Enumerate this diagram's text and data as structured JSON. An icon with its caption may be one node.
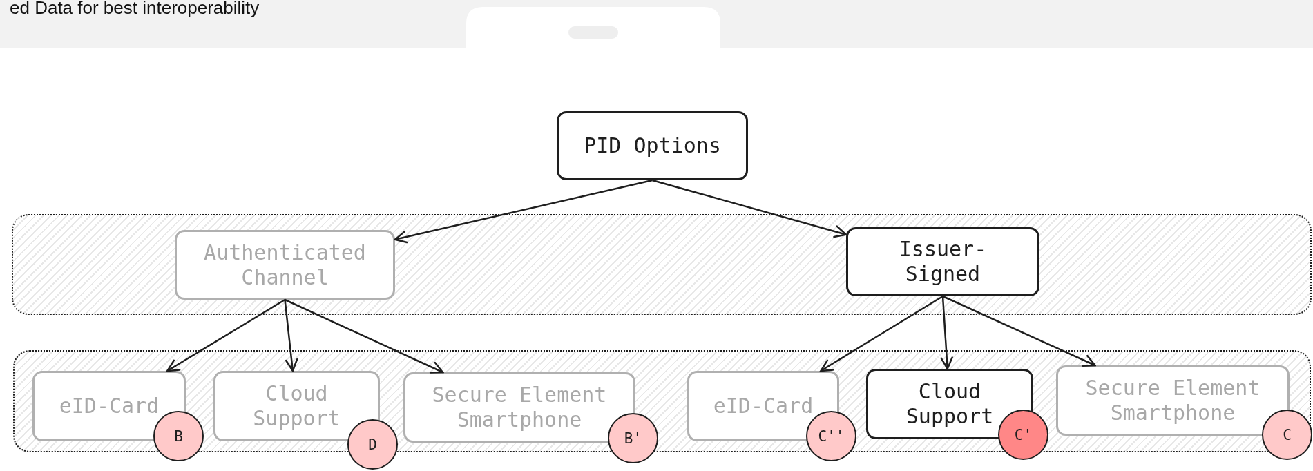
{
  "diagram": {
    "nodes": [
      {
        "text": [
          "PID Options"
        ]
      },
      {
        "text": [],
        "shape": "band"
      },
      {
        "text": [
          "Authenticated Channel"
        ],
        "in": 1
      },
      {
        "text": [
          "Issuer-Signed"
        ],
        "in": 1
      },
      {
        "text": [],
        "shape": "band"
      },
      {
        "text": [
          "eID-Card"
        ],
        "in": 4
      },
      {
        "text": [
          "Cloud Support"
        ],
        "in": 4
      },
      {
        "text": [
          "Secure Element Smartphone"
        ],
        "in": 4
      },
      {
        "text": [
          "eID-Card"
        ],
        "in": 4
      },
      {
        "text": [
          "Cloud Support"
        ],
        "in": 4
      },
      {
        "text": [
          "Secure Element Smartphone"
        ],
        "in": 4
      },
      {
        "text": [
          "B"
        ]
      },
      {
        "text": [
          "D"
        ]
      },
      {
        "text": [
          "B'"
        ]
      },
      {
        "text": [
          "C''"
        ]
      },
      {
        "text": [
          "C'"
        ]
      },
      {
        "text": [
          "C"
        ]
      }
    ],
    "edges": [
      {
        "from": 0,
        "to": 2,
        "arrow": "to"
      },
      {
        "from": 0,
        "to": 3,
        "arrow": "to"
      },
      {
        "from": 2,
        "to": 5,
        "arrow": "to"
      },
      {
        "from": 2,
        "to": 6,
        "arrow": "to"
      },
      {
        "from": 2,
        "to": 7,
        "arrow": "to"
      },
      {
        "from": 3,
        "to": 8,
        "arrow": "to"
      },
      {
        "from": 3,
        "to": 9,
        "arrow": "to"
      },
      {
        "from": 3,
        "to": 10,
        "arrow": "to"
      }
    ],
    "labels": [
      "ed Data for best interoperability"
    ]
  }
}
